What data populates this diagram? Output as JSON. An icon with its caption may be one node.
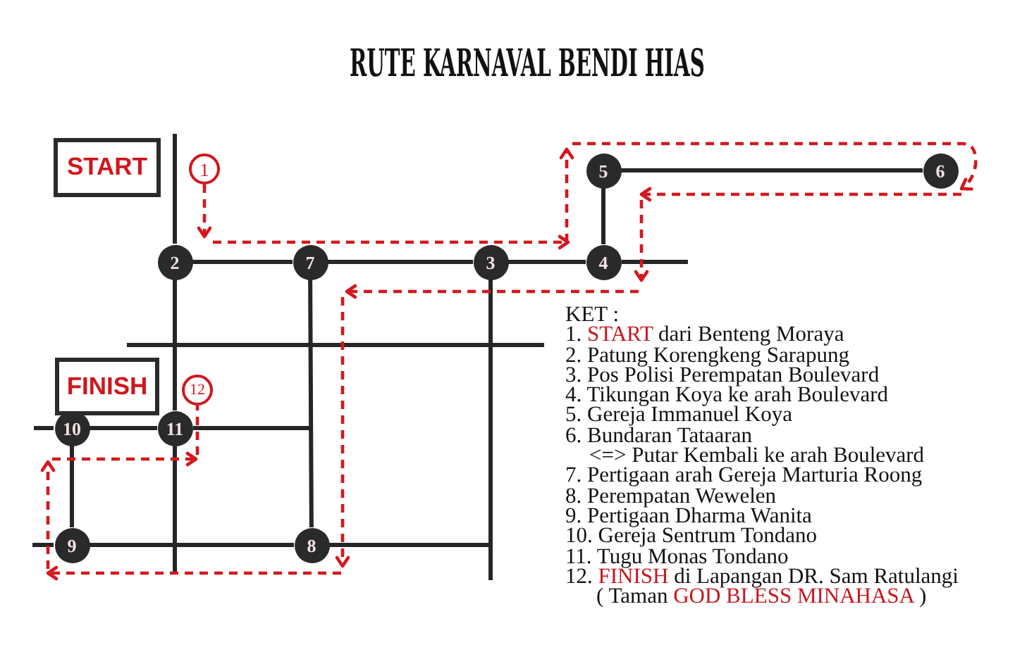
{
  "diagram": {
    "title": "RUTE KARNAVAL BENDI HIAS",
    "nodes": [
      {
        "text": [
          "START"
        ]
      },
      {
        "text": [
          "1"
        ]
      },
      {
        "text": [
          "5"
        ]
      },
      {
        "text": [
          "6"
        ]
      },
      {
        "text": [
          "2"
        ]
      },
      {
        "text": [
          "7"
        ]
      },
      {
        "text": [
          "3"
        ]
      },
      {
        "text": [
          "4"
        ]
      },
      {
        "text": [
          "FINISH"
        ]
      },
      {
        "text": [
          "12"
        ]
      },
      {
        "text": [
          "10"
        ]
      },
      {
        "text": [
          "11"
        ]
      },
      {
        "text": [
          "9"
        ]
      },
      {
        "text": [
          "8"
        ]
      }
    ],
    "edges": [
      {
        "from": 1,
        "to": 4,
        "arrow": "to",
        "style": "dashed",
        "color": "#d3181e"
      },
      {
        "from": 4,
        "to": 7,
        "arrow": "to",
        "style": "dashed",
        "color": "#d3181e"
      },
      {
        "from": 7,
        "to": 2,
        "arrow": "to",
        "style": "dashed",
        "color": "#d3181e"
      },
      {
        "from": 2,
        "to": 3,
        "arrow": "to",
        "style": "dashed",
        "color": "#d3181e"
      },
      {
        "from": 3,
        "to": 7,
        "arrow": "to",
        "style": "dashed",
        "color": "#d3181e"
      },
      {
        "from": 7,
        "to": 5,
        "arrow": "to",
        "style": "dashed",
        "color": "#d3181e"
      },
      {
        "from": 5,
        "to": 13,
        "arrow": "to",
        "style": "dashed",
        "color": "#d3181e"
      },
      {
        "from": 13,
        "to": 12,
        "arrow": "to",
        "style": "dashed",
        "color": "#d3181e"
      },
      {
        "from": 12,
        "to": 10,
        "arrow": "to",
        "style": "dashed",
        "color": "#d3181e"
      },
      {
        "from": 10,
        "to": 11,
        "arrow": "to",
        "style": "dashed",
        "color": "#d3181e"
      },
      {
        "from": 11,
        "to": 9,
        "arrow": "none",
        "style": "dashed",
        "color": "#d3181e"
      },
      {
        "from": 2,
        "to": 3,
        "arrow": "none"
      },
      {
        "from": 2,
        "to": 7,
        "arrow": "none"
      },
      {
        "from": 4,
        "to": 5,
        "arrow": "none"
      },
      {
        "from": 5,
        "to": 6,
        "arrow": "none"
      },
      {
        "from": 6,
        "to": 7,
        "arrow": "none"
      },
      {
        "from": 4,
        "to": 11,
        "arrow": "none"
      },
      {
        "from": 5,
        "to": 13,
        "arrow": "none"
      },
      {
        "from": 10,
        "to": 11,
        "arrow": "none"
      },
      {
        "from": 10,
        "to": 12,
        "arrow": "none"
      },
      {
        "from": 12,
        "to": 13,
        "arrow": "none"
      },
      {
        "from": 6,
        "to": 13,
        "arrow": "none"
      },
      {
        "from": 11,
        "to": null,
        "arrow": "none"
      }
    ],
    "labels": [
      "KET :",
      "1. **START** dari Benteng Moraya",
      "2. Patung Korengkeng Sarapung",
      "3. Pos Polisi Perempatan Boulevard",
      "4. Tikungan Koya ke arah Boulevard",
      "5. Gereja Immanuel Koya",
      "6. Bundaran Tataaran",
      "<=> Putar Kembali ke arah Boulevard",
      "7. Pertigaan arah Gereja Marturia Roong",
      "8. Perempatan Wewelen",
      "9. Pertigaan Dharma Wanita",
      "10. Gereja Sentrum Tondano",
      "11. Tugu Monas Tondano",
      "12. **FINISH** di Lapangan DR. Sam Ratulangi",
      "( Taman **GOD BLESS MINAHASA** )"
    ]
  }
}
